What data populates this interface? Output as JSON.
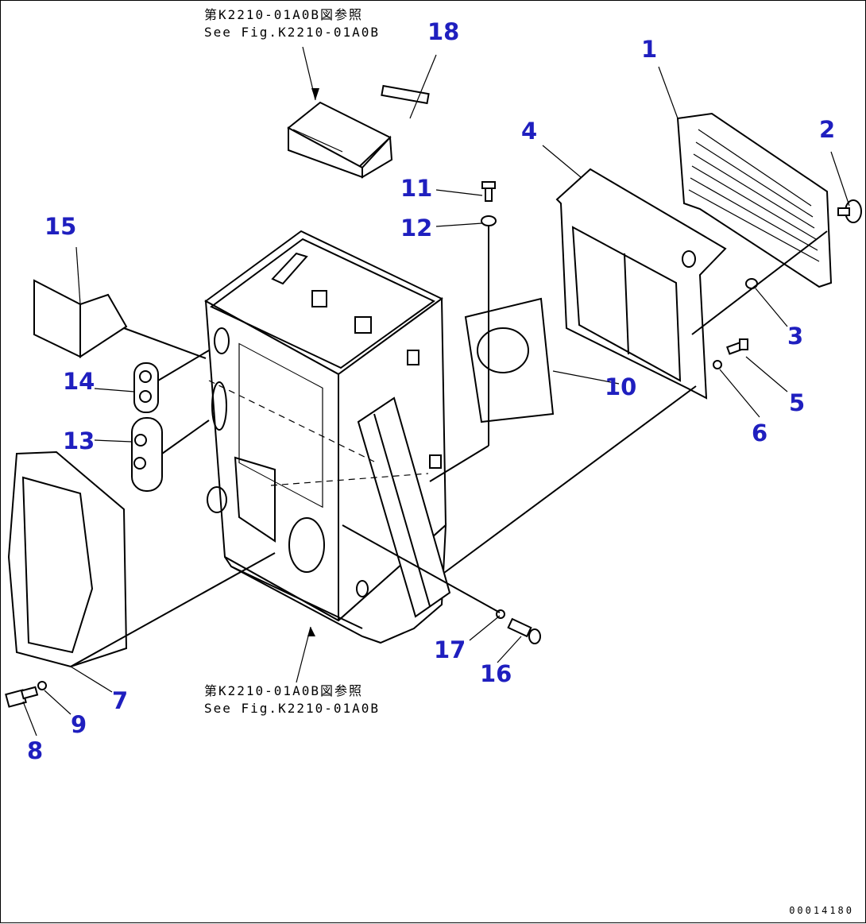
{
  "references": {
    "top_jp": "第K2210-01A0B図参照",
    "top_en": "See Fig.K2210-01A0B",
    "bottom_jp": "第K2210-01A0B図参照",
    "bottom_en": "See Fig.K2210-01A0B"
  },
  "callouts": [
    "1",
    "2",
    "3",
    "4",
    "5",
    "6",
    "7",
    "8",
    "9",
    "10",
    "11",
    "12",
    "13",
    "14",
    "15",
    "16",
    "17",
    "18"
  ],
  "drawing_code": "00014180",
  "colors": {
    "callout": "#1f1fbf",
    "line": "#000000",
    "background": "#ffffff"
  }
}
